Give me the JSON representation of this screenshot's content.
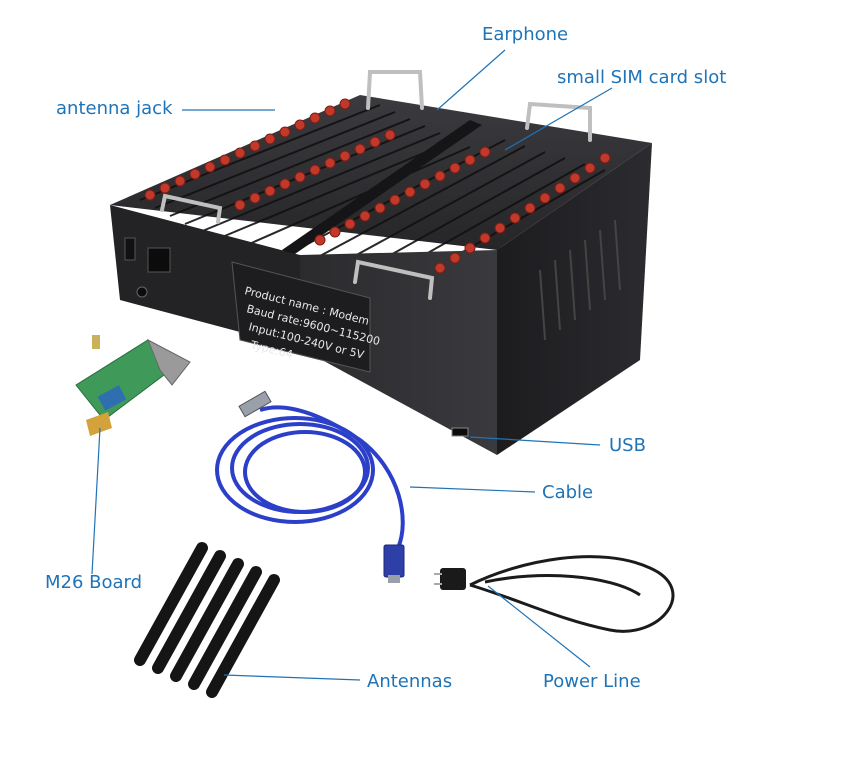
{
  "labels": {
    "earphone": "Earphone",
    "sim_slot": "small SIM card slot",
    "antenna_jack": "antenna jack",
    "usb": "USB",
    "cable": "Cable",
    "m26_board": "M26 Board",
    "antennas": "Antennas",
    "power_line": "Power Line"
  },
  "nameplate": {
    "line1": "Product name : Modem",
    "line2": "Baud rate:9600~115200",
    "line3": "Input:100-240V or 5V",
    "line4": "Type:64"
  },
  "colors": {
    "callout": "#1f73b7",
    "device_body": "#2a2a2d",
    "antenna_jack": "#c0392b",
    "cable": "#2c3fc8",
    "pcb": "#3f9a5a"
  }
}
